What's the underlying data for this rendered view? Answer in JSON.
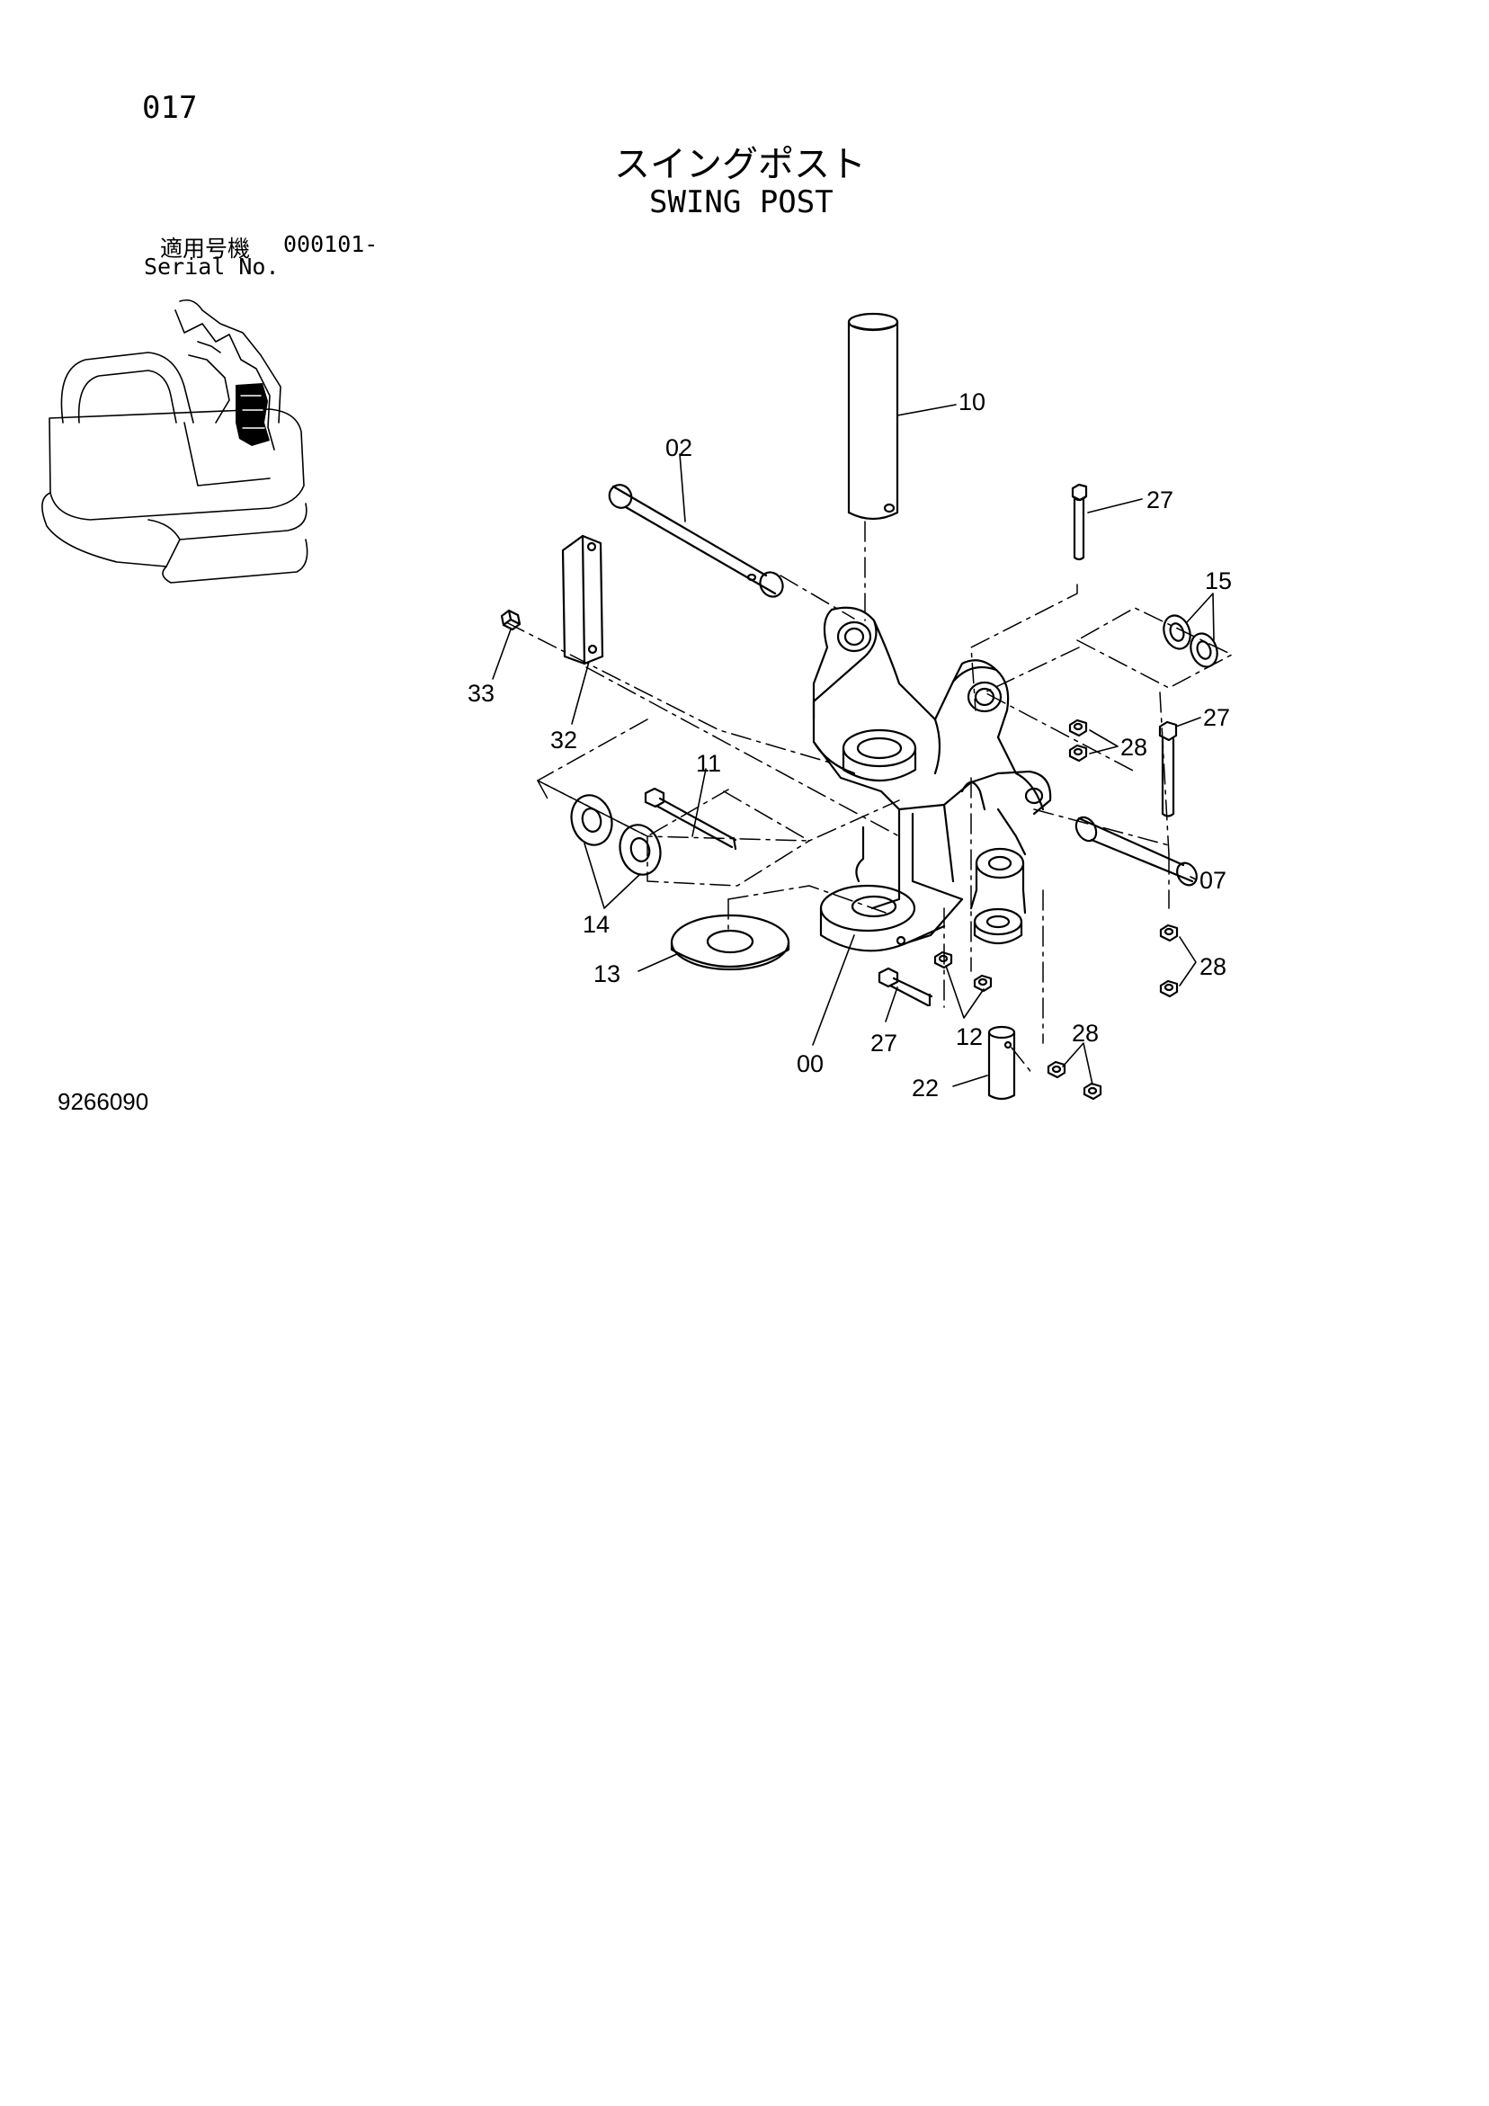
{
  "header": {
    "page_number": "017",
    "title_jp": "スイングポスト",
    "title_en": "SWING POST",
    "serial_label_jp": "適用号機",
    "serial_range": "000101-",
    "serial_label_en": "Serial No."
  },
  "footer": {
    "drawing_number": "9266090"
  },
  "callouts": [
    "10",
    "02",
    "27",
    "15",
    "33",
    "32",
    "28",
    "27",
    "11",
    "07",
    "14",
    "28",
    "13",
    "12",
    "27",
    "00",
    "28",
    "22"
  ]
}
